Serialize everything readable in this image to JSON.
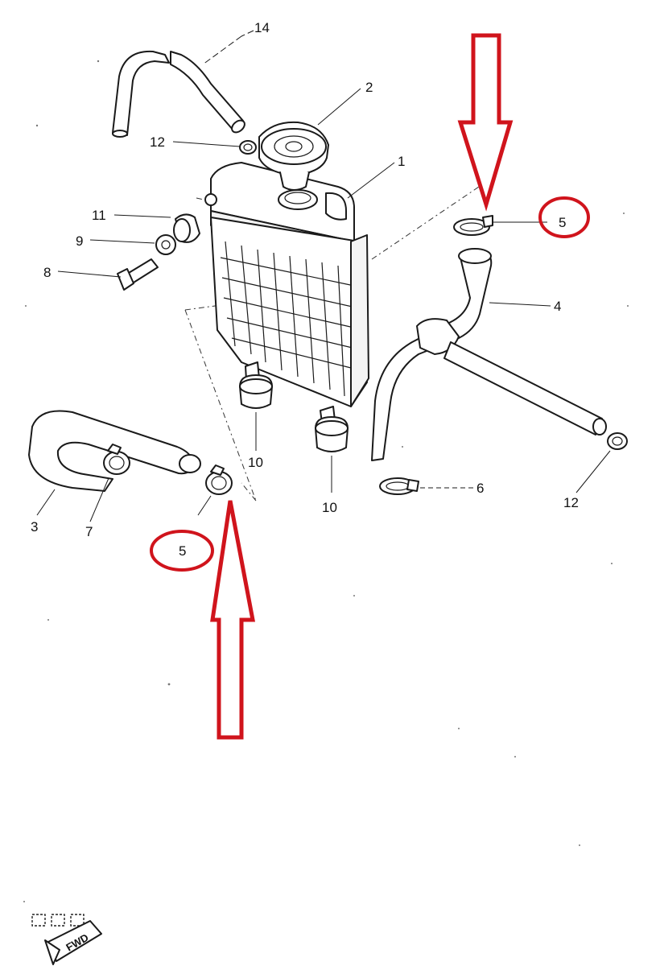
{
  "callouts": {
    "c1": "1",
    "c2": "2",
    "c3": "3",
    "c4": "4",
    "c5a": "5",
    "c5b": "5",
    "c6": "6",
    "c7": "7",
    "c8": "8",
    "c9": "9",
    "c10a": "10",
    "c10b": "10",
    "c11": "11",
    "c12a": "12",
    "c12b": "12",
    "c14": "14"
  },
  "direction_badge": "FWD",
  "colors": {
    "highlight": "#d0141c",
    "ink": "#1a1a1a"
  }
}
